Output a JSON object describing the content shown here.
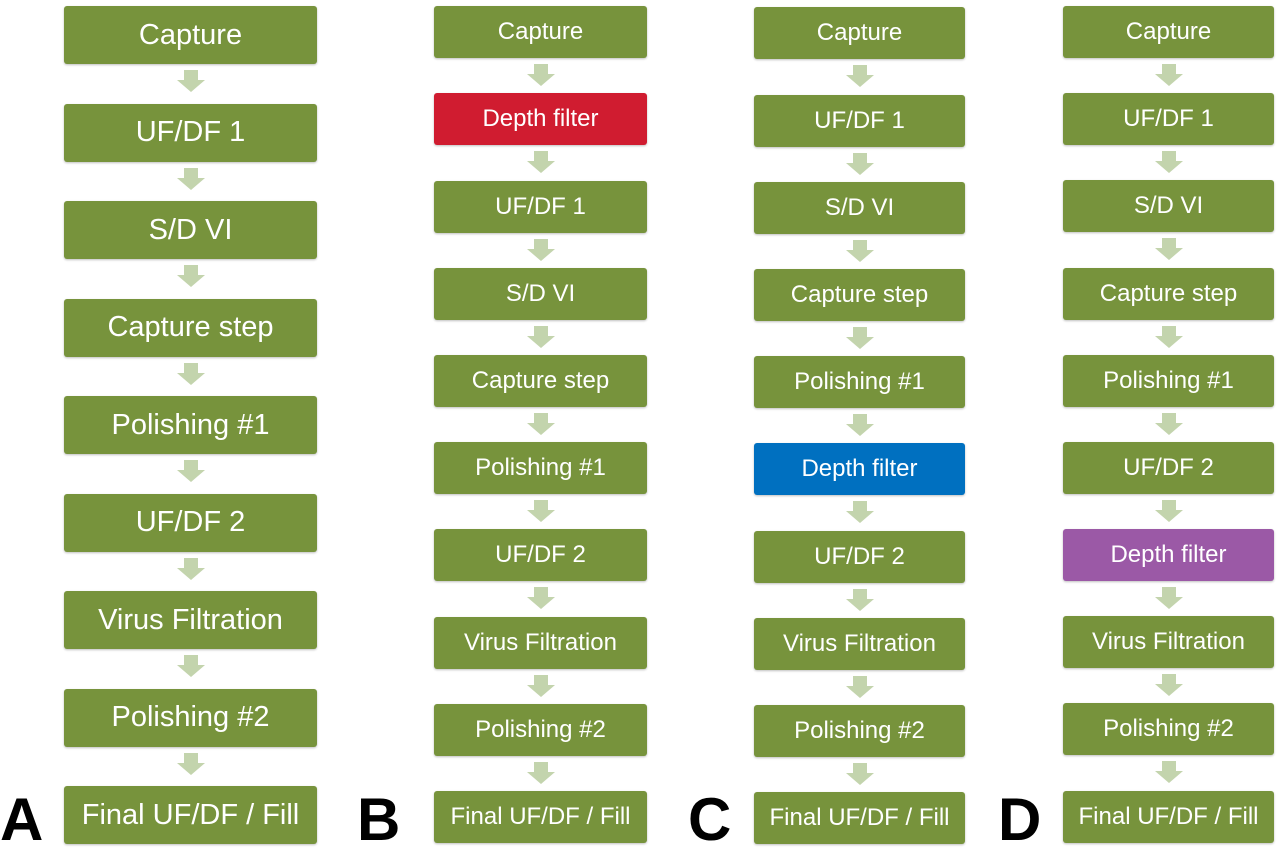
{
  "colors": {
    "step": "#77933c",
    "arrow": "#c3d4ad",
    "depth_filter_B": "#d01c30",
    "depth_filter_C": "#0070c0",
    "depth_filter_D": "#9b59a6"
  },
  "icons": {
    "flow_arrow": "down-arrow-icon"
  },
  "panels": [
    {
      "letter": "A",
      "steps": [
        {
          "label": "Capture",
          "color": "#77933c"
        },
        {
          "label": "UF/DF 1",
          "color": "#77933c"
        },
        {
          "label": "S/D VI",
          "color": "#77933c"
        },
        {
          "label": "Capture step",
          "color": "#77933c"
        },
        {
          "label": "Polishing #1",
          "color": "#77933c"
        },
        {
          "label": "UF/DF 2",
          "color": "#77933c"
        },
        {
          "label": "Virus Filtration",
          "color": "#77933c"
        },
        {
          "label": "Polishing #2",
          "color": "#77933c"
        },
        {
          "label": "Final UF/DF / Fill",
          "color": "#77933c"
        }
      ]
    },
    {
      "letter": "B",
      "steps": [
        {
          "label": "Capture",
          "color": "#77933c"
        },
        {
          "label": "Depth filter",
          "color": "#d01c30"
        },
        {
          "label": "UF/DF 1",
          "color": "#77933c"
        },
        {
          "label": "S/D VI",
          "color": "#77933c"
        },
        {
          "label": "Capture step",
          "color": "#77933c"
        },
        {
          "label": "Polishing #1",
          "color": "#77933c"
        },
        {
          "label": "UF/DF 2",
          "color": "#77933c"
        },
        {
          "label": "Virus Filtration",
          "color": "#77933c"
        },
        {
          "label": "Polishing #2",
          "color": "#77933c"
        },
        {
          "label": "Final UF/DF / Fill",
          "color": "#77933c"
        }
      ]
    },
    {
      "letter": "C",
      "steps": [
        {
          "label": "Capture",
          "color": "#77933c"
        },
        {
          "label": "UF/DF 1",
          "color": "#77933c"
        },
        {
          "label": "S/D VI",
          "color": "#77933c"
        },
        {
          "label": "Capture step",
          "color": "#77933c"
        },
        {
          "label": "Polishing #1",
          "color": "#77933c"
        },
        {
          "label": "Depth filter",
          "color": "#0070c0"
        },
        {
          "label": "UF/DF 2",
          "color": "#77933c"
        },
        {
          "label": "Virus Filtration",
          "color": "#77933c"
        },
        {
          "label": "Polishing #2",
          "color": "#77933c"
        },
        {
          "label": "Final UF/DF / Fill",
          "color": "#77933c"
        }
      ]
    },
    {
      "letter": "D",
      "steps": [
        {
          "label": "Capture",
          "color": "#77933c"
        },
        {
          "label": "UF/DF 1",
          "color": "#77933c"
        },
        {
          "label": "S/D VI",
          "color": "#77933c"
        },
        {
          "label": "Capture step",
          "color": "#77933c"
        },
        {
          "label": "Polishing #1",
          "color": "#77933c"
        },
        {
          "label": "UF/DF 2",
          "color": "#77933c"
        },
        {
          "label": "Depth filter",
          "color": "#9b59a6"
        },
        {
          "label": "Virus Filtration",
          "color": "#77933c"
        },
        {
          "label": "Polishing #2",
          "color": "#77933c"
        },
        {
          "label": "Final UF/DF / Fill",
          "color": "#77933c"
        }
      ]
    }
  ]
}
